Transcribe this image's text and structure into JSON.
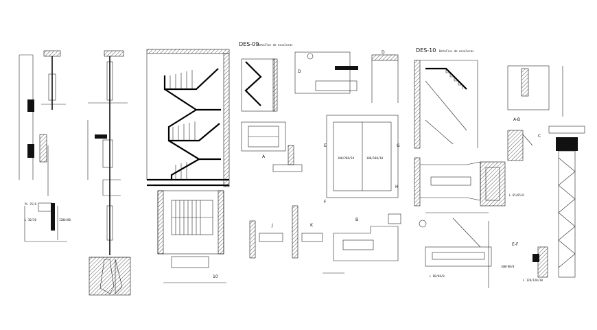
{
  "sheets": [
    {
      "code": "DES-09",
      "subtitle": "Detalles de escaleras"
    },
    {
      "code": "DES-10",
      "subtitle": "Detalles de escaleras"
    }
  ],
  "section_marks": [
    "A",
    "B",
    "C",
    "D",
    "E",
    "F",
    "G",
    "H",
    "J",
    "K",
    "A-B",
    "E-F"
  ],
  "annotations": {
    "pl1": "L 30/30",
    "pl2": "PL 25/8",
    "dim1": "1200/80",
    "dim2": "100/200/10",
    "dim3": "100/100/10",
    "dim4": "L 80/80/8",
    "dim5": "100/80/8",
    "dim6": "L 120/120/10",
    "dim7": "L 65/65/6",
    "num10": "10"
  }
}
